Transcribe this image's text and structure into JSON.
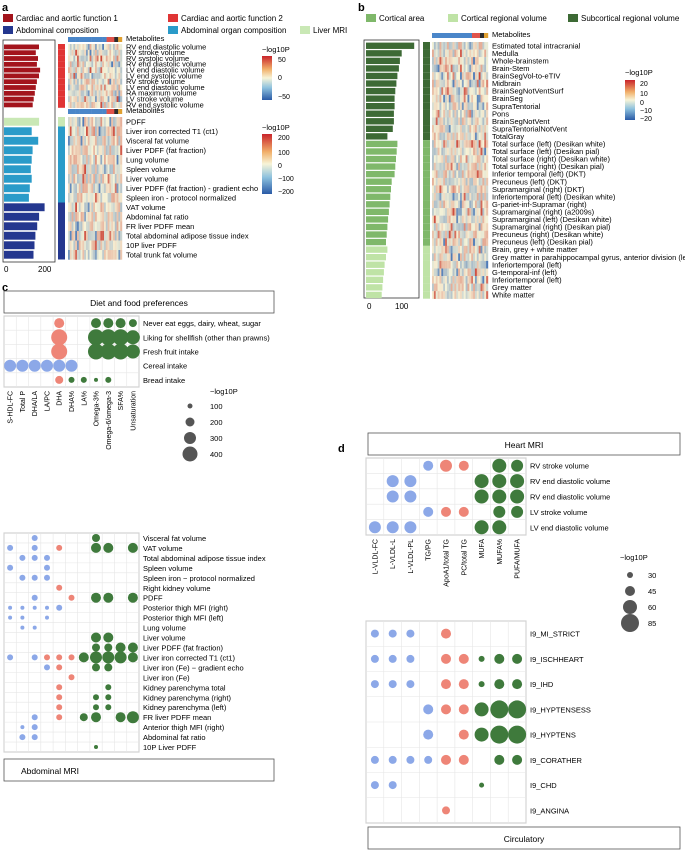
{
  "colors": {
    "cardiac1": "#a3141c",
    "cardiac2": "#e03535",
    "abdcomp": "#24378f",
    "abdorgan": "#2a9bc9",
    "livermri": "#c9e8b5",
    "cortical": "#7fb86a",
    "corticalreg": "#bfe3a6",
    "subcortical": "#3d6a35",
    "blue": "#8ca8e8",
    "red": "#ee8577",
    "green": "#3f7a3c"
  },
  "panel_a": {
    "label": "a",
    "legend": [
      "Cardiac and aortic function 1",
      "Cardiac and aortic function 2",
      "Abdominal composition",
      "Abdominal organ composition",
      "Liver MRI"
    ],
    "metabolites_label": "Metabolites",
    "top_rows": [
      "RV end diastolic volume",
      "RV stroke volume",
      "RV systolic volume",
      "RV end diastolic volume",
      "LV end diastolic volume",
      "LV end systolic volume",
      "RV stroke volume",
      "LV end diastolic volume",
      "RA maximum volume",
      "LV stroke volume",
      "RV end systolic volume"
    ],
    "top_bars": [
      165,
      150,
      160,
      155,
      170,
      165,
      155,
      150,
      145,
      140,
      135
    ],
    "top_cbar": {
      "title": "−log10P",
      "ticks": [
        "50",
        "0",
        "−50"
      ]
    },
    "bottom_rows": [
      "PDFF",
      "Liver iron corrected T1 (ct1)",
      "Visceral fat volume",
      "Liver PDFF (fat fraction)",
      "Lung volume",
      "Spleen volume",
      "Liver volume",
      "Liver PDFF (fat fraction) - gradient echo",
      "Spleen iron - protocol normalized",
      "VAT volume",
      "Abdominal fat ratio",
      "FR liver PDFF mean",
      "Total abdominal adipose tissue index",
      "10P liver PDFF",
      "Total trunk fat volume"
    ],
    "bottom_bars": [
      190,
      150,
      185,
      155,
      150,
      145,
      150,
      140,
      135,
      220,
      190,
      180,
      170,
      165,
      160
    ],
    "bottom_cbar": {
      "title": "−log10P",
      "ticks": [
        "200",
        "100",
        "0",
        "−100",
        "−200"
      ]
    },
    "axis_ticks": [
      "0",
      "200"
    ]
  },
  "panel_b": {
    "label": "b",
    "legend": [
      "Cortical area",
      "Cortical regional volume",
      "Subcortical regional volume"
    ],
    "metabolites_label": "Metabolites",
    "rows": [
      "Estimated total intracranial",
      "Medulla",
      "Whole-brainstem",
      "Brain-Stem",
      "BrainSegVol-to-eTIV",
      "Midbrain",
      "BrainSegNotVentSurf",
      "BrainSeg",
      "SupraTentorial",
      "Pons",
      "BrainSegNotVent",
      "SupraTentorialNotVent",
      "TotalGray",
      "Total surface (left) (Desikan white)",
      "Total surface (left) (Desikan pial)",
      "Total surface (right) (Desikan white)",
      "Total surface (right) (Desikan pial)",
      "Inferior temporal (left) (DKT)",
      "Precuneus (left) (DKT)",
      "Supramarginal (right) (DKT)",
      "Inferiortemporal (left) (Desikan white)",
      "G-pariet-inf-Supramar (right)",
      "Supramarginal (right) (a2009s)",
      "Supramarginal (left) (Desikan white)",
      "Supramarginal (right) (Desikan pial)",
      "Precuneus (right) (Desikan white)",
      "Precuneus (left) (Desikan pial)",
      "Brain, grey + white matter",
      "Grey matter in parahippocampal gyrus, anterior division (left)",
      "Inferiortemporal (left)",
      "G-temporal-inf (left)",
      "Inferiortemporal (left)",
      "Grey matter",
      "White matter"
    ],
    "bars": [
      135,
      100,
      95,
      92,
      88,
      85,
      82,
      80,
      80,
      78,
      78,
      75,
      60,
      88,
      86,
      84,
      82,
      80,
      72,
      70,
      68,
      66,
      64,
      62,
      60,
      58,
      56,
      60,
      56,
      52,
      50,
      48,
      46,
      44
    ],
    "cbar": {
      "title": "−log10P",
      "ticks": [
        "20",
        "10",
        "0",
        "−10",
        "−20"
      ]
    },
    "axis_ticks": [
      "0",
      "100"
    ]
  },
  "panel_c": {
    "label": "c",
    "top_title": "Diet and food preferences",
    "top_rows": [
      "Never eat eggs, dairy, wheat, sugar",
      "Liking for shellfish (other than prawns)",
      "Fresh fruit intake",
      "Cereal intake",
      "Bread intake"
    ],
    "top_cols": [
      "S-HDL-FC",
      "Total P",
      "DHA/LA",
      "LA/PC",
      "DHA",
      "DHA%",
      "LA%",
      "Omega-3%",
      "Omega-6/omega-3",
      "SFA%",
      "Unsaturation"
    ],
    "size_legend": {
      "title": "−log10P",
      "values": [
        "100",
        "200",
        "300",
        "400"
      ]
    },
    "bottom_title": "Abdominal MRI",
    "bottom_rows": [
      "Visceral fat volume",
      "VAT volume",
      "Total abdominal adipose tissue index",
      "Spleen volume",
      "Spleen iron − protocol normalized",
      "Right kidney volume",
      "PDFF",
      "Posterior thigh MFI (right)",
      "Posterior thigh MFI (left)",
      "Lung volume",
      "Liver volume",
      "Liver PDFF (fat fraction)",
      "Liver iron corrected T1 (ct1)",
      "Liver iron (Fe) − gradient echo",
      "Liver iron (Fe)",
      "Kidney parenchyma total",
      "Kidney parenchyma (right)",
      "Kidney parenchyma (left)",
      "FR liver PDFF mean",
      "Anterior thigh MFI (right)",
      "Abdominal fat ratio",
      "10P Liver PDFF"
    ]
  },
  "panel_d": {
    "label": "d",
    "top_title": "Heart MRI",
    "top_rows": [
      "RV stroke volume",
      "RV end diastolic volume",
      "RV end diastolic volume",
      "LV stroke volume",
      "LV end diastolic volume"
    ],
    "cols": [
      "L-VLDL-FC",
      "L-VLDL-L",
      "L-VLDL-PL",
      "TG/PG",
      "ApoA1/total TG",
      "PC/total TG",
      "MUFA",
      "MUFA%",
      "PUFA/MUFA"
    ],
    "size_legend": {
      "title": "−log10P",
      "values": [
        "30",
        "45",
        "60",
        "85"
      ]
    },
    "bottom_rows": [
      "I9_MI_STRICT",
      "I9_ISCHHEART",
      "I9_IHD",
      "I9_HYPTENSESS",
      "I9_HYPTENS",
      "I9_CORATHER",
      "I9_CHD",
      "I9_ANGINA"
    ],
    "bottom_title": "Circulatory"
  }
}
